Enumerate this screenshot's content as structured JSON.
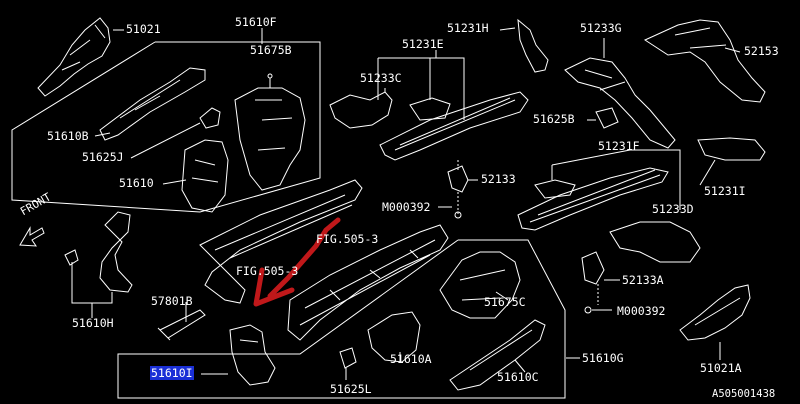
{
  "labels": {
    "p51021": "51021",
    "p51610F": "51610F",
    "p51675B": "51675B",
    "p51610B": "51610B",
    "p51625J": "51625J",
    "p51610": "51610",
    "p51231H": "51231H",
    "p51231E": "51231E",
    "p51233C": "51233C",
    "p51233G": "51233G",
    "p52153": "52153",
    "p51625B": "51625B",
    "p52133": "52133",
    "pM000392a": "M000392",
    "p51231F": "51231F",
    "p51231I": "51231I",
    "p51233D": "51233D",
    "fig1": "FIG.505-3",
    "fig2": "FIG.505-3",
    "p52133A": "52133A",
    "pM000392b": "M000392",
    "p57801B": "57801B",
    "p51610H": "51610H",
    "p51675C": "51675C",
    "p51610A": "51610A",
    "p51610G": "51610G",
    "p51610C": "51610C",
    "p51625L": "51625L",
    "p51021A": "51021A",
    "p51610I": "51610I",
    "front": "FRONT",
    "code": "A505001438"
  },
  "colors": {
    "background": "#000000",
    "line": "#ffffff",
    "arrow": "#c0181a",
    "highlight": "#1a2fd6"
  }
}
